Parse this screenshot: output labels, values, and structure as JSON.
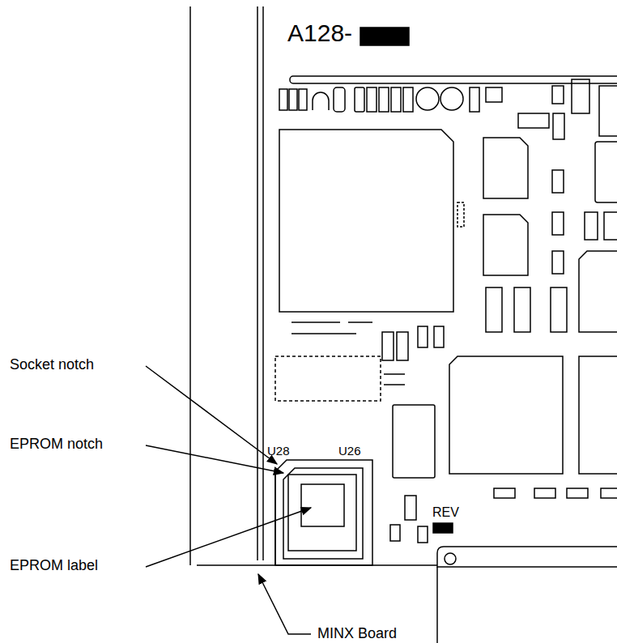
{
  "diagram": {
    "labels": [
      "A128-",
      "Socket notch",
      "EPROM notch",
      "EPROM label",
      "U28",
      "U26",
      "REV",
      "MINX Board"
    ]
  }
}
